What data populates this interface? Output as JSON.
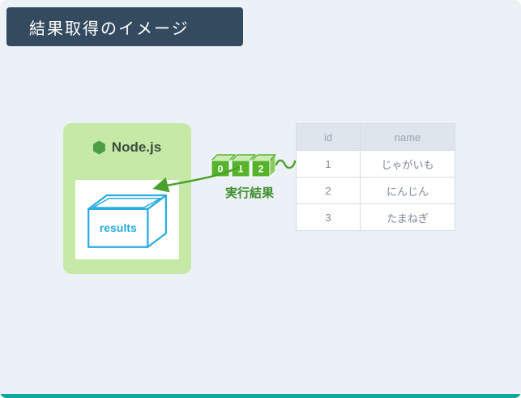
{
  "slide": {
    "title": "結果取得のイメージ"
  },
  "node_panel": {
    "label": "Node.js",
    "box_label": "results"
  },
  "result_array": {
    "cells": [
      "0",
      "1",
      "2"
    ],
    "caption": "実行結果"
  },
  "table": {
    "headers": [
      "id",
      "name"
    ],
    "rows": [
      {
        "id": "1",
        "name": "じゃがいも"
      },
      {
        "id": "2",
        "name": "にんじん"
      },
      {
        "id": "3",
        "name": "たまねぎ"
      }
    ]
  },
  "colors": {
    "page_bg": "#ecf1f7",
    "title_bg": "#344b5f",
    "title_text": "#ffffff",
    "panel_bg": "#c6e9a8",
    "node_text": "#3c4f3c",
    "node_icon_green": "#4c9e43",
    "results_blue": "#29abe2",
    "array_green": "#56b32c",
    "array_top": "#cdeab4",
    "array_side": "#8bcb62",
    "caption_green": "#3f8e2d",
    "arrow_green": "#4aa02c",
    "table_border": "#d5dce4",
    "table_header_bg": "#dee5ed",
    "table_header_text": "#97a3b1",
    "table_text": "#7e8a97",
    "bottom_bar": "#12a79c"
  }
}
